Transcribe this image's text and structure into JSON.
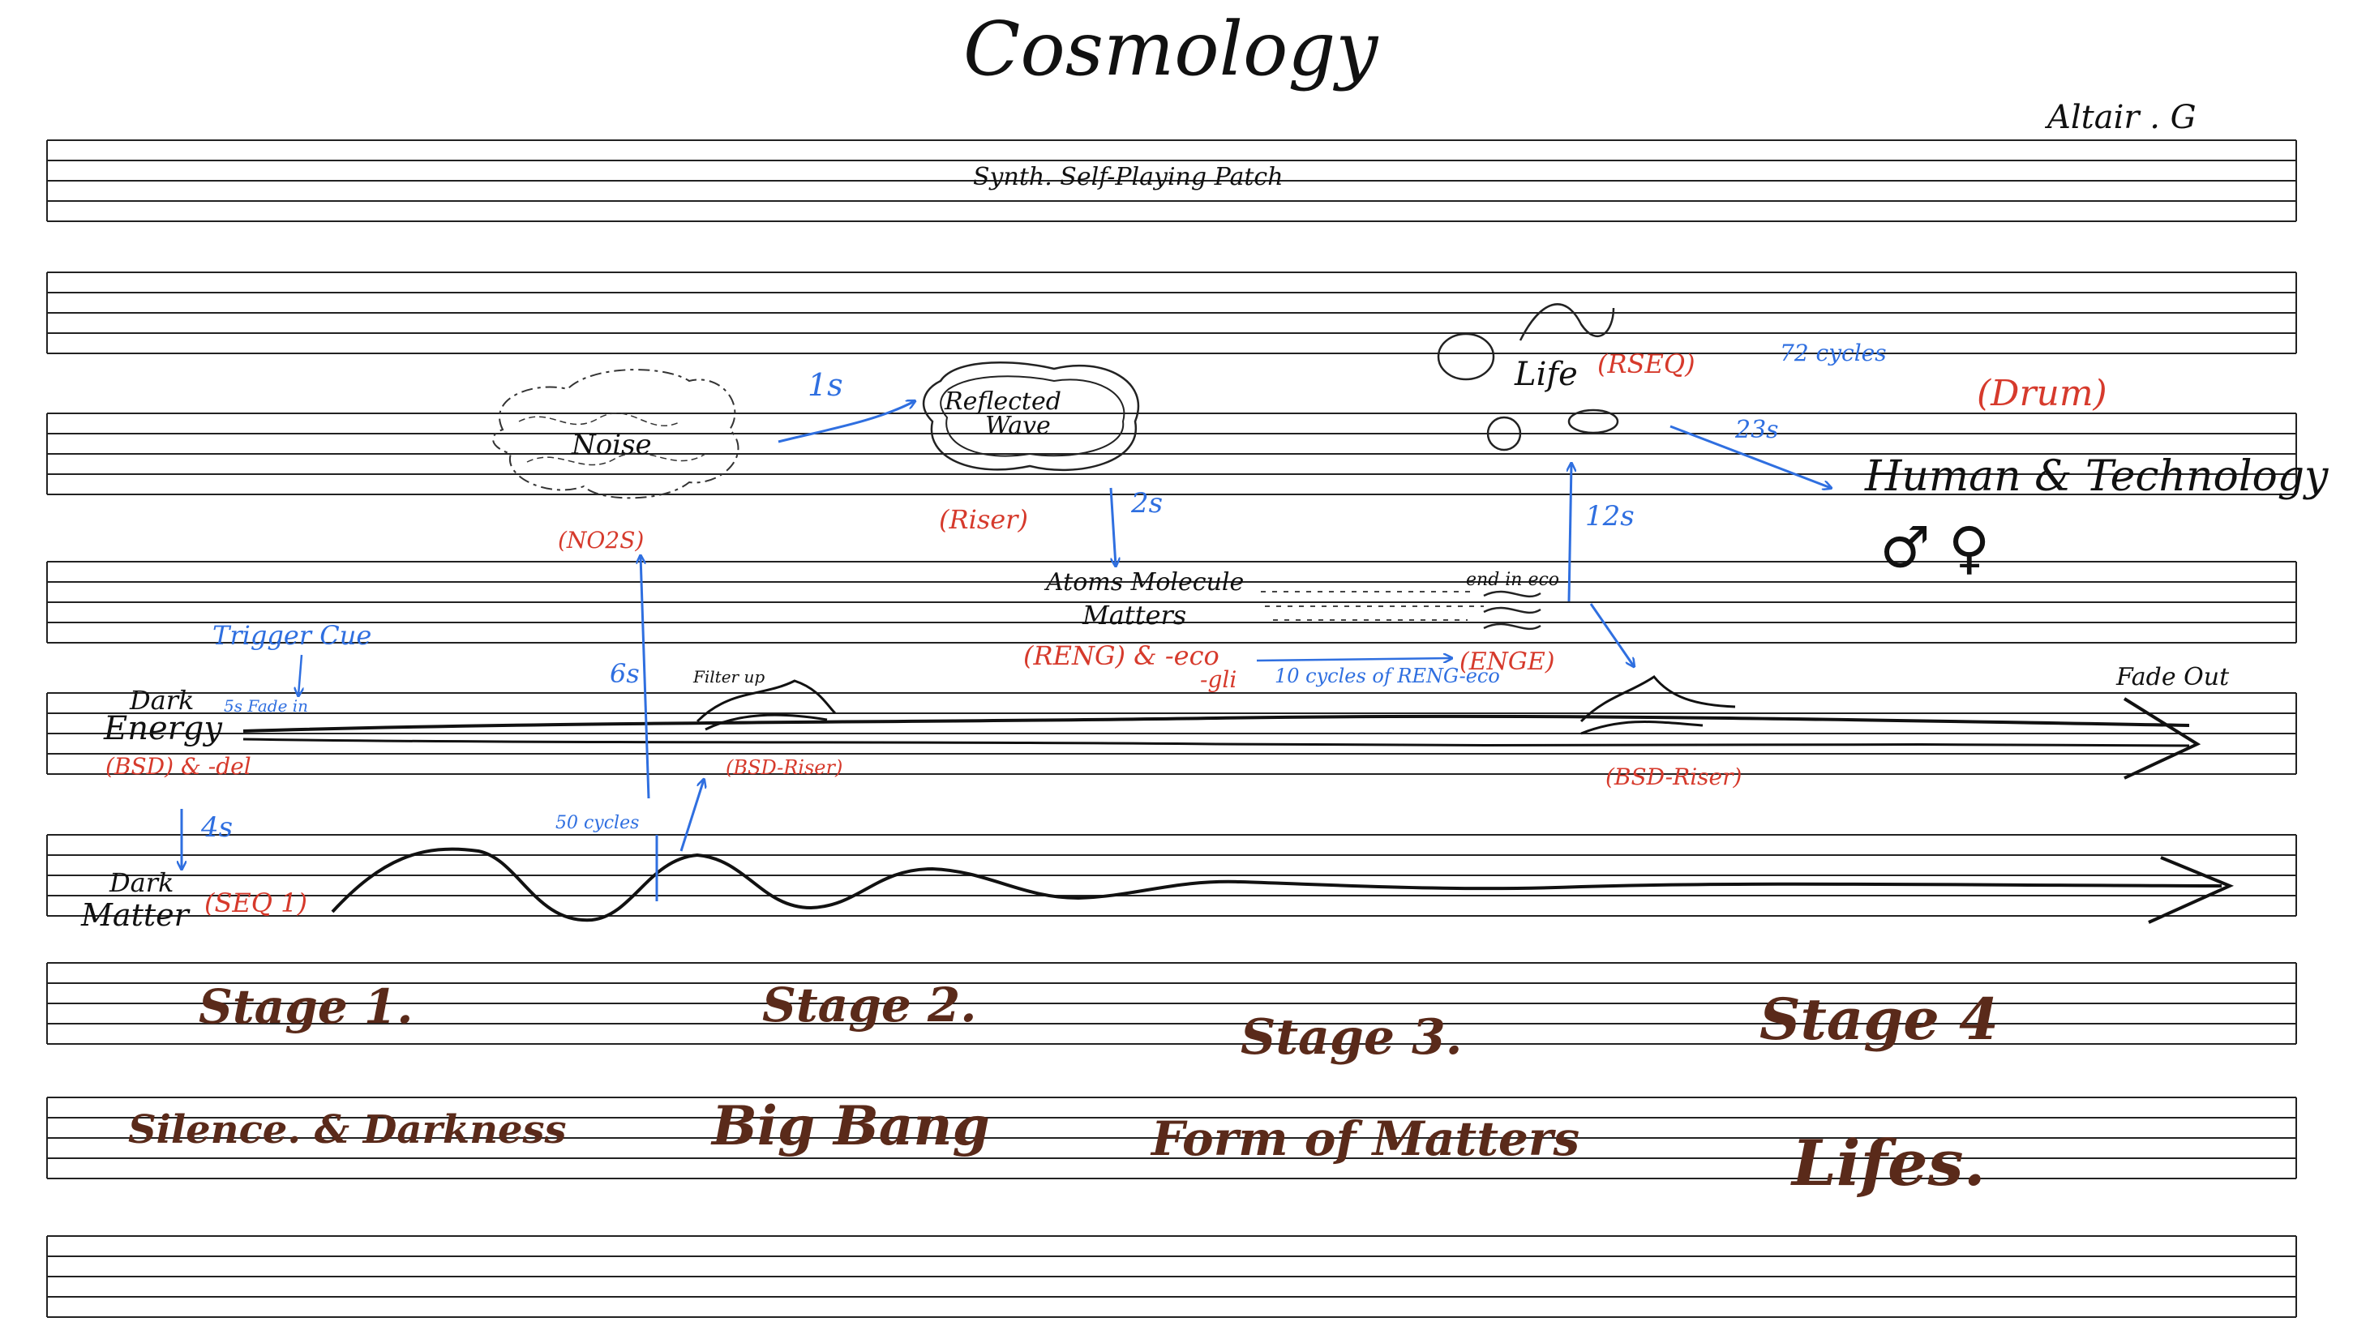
{
  "title": "Cosmology",
  "author": "Altair . G",
  "patch_label": "Synth. Self-Playing Patch",
  "colors": {
    "ink": "#111111",
    "red": "#d63a2c",
    "blue": "#2f6fe0",
    "brown": "#5a2a1a",
    "staff": "#222222"
  },
  "tracks": {
    "dark_energy": {
      "label_line1": "Dark",
      "label_line2": "Energy",
      "tag": "(BSD) & -del",
      "fade_in": "5s Fade in",
      "fade_out": "Fade Out",
      "riser_tag": "(BSD-Riser)",
      "riser_tag2": "(BSD-Riser)",
      "filter": "Filter up"
    },
    "dark_matter": {
      "label_line1": "Dark",
      "label_line2": "Matter",
      "tag": "(SEQ 1)",
      "cycles": "50 cycles"
    }
  },
  "nodes": {
    "noise": {
      "label": "Noise",
      "tag": "(NO2S)"
    },
    "reflected": {
      "label_line1": "Reflected",
      "label_line2": "Wave",
      "tag": "(Riser)"
    },
    "atoms": {
      "label_line1": "Atoms Molecule",
      "label_line2": "Matters",
      "tag": "(RENG) & -eco",
      "tag2": "-gli",
      "end": "end in eco",
      "tag3": "(ENGE)"
    },
    "life": {
      "label": "Life",
      "tag": "(RSEQ)",
      "cycles": "72 cycles"
    },
    "human": {
      "label": "Human & Technology",
      "symbols": "♂ ♀",
      "tag": "(Drum)"
    }
  },
  "annotations": {
    "trigger": "Trigger Cue",
    "t4s": "4s",
    "t6s": "6s",
    "t1s": "1s",
    "t2s": "2s",
    "t12s": "12s",
    "t23s": "23s",
    "cycles10": "10 cycles of RENG-eco"
  },
  "stages": [
    {
      "name": "Stage 1.",
      "desc": "Silence. & Darkness"
    },
    {
      "name": "Stage 2.",
      "desc": "Big Bang"
    },
    {
      "name": "Stage 3.",
      "desc": "Form of Matters"
    },
    {
      "name": "Stage 4",
      "desc": "Lifes."
    }
  ]
}
